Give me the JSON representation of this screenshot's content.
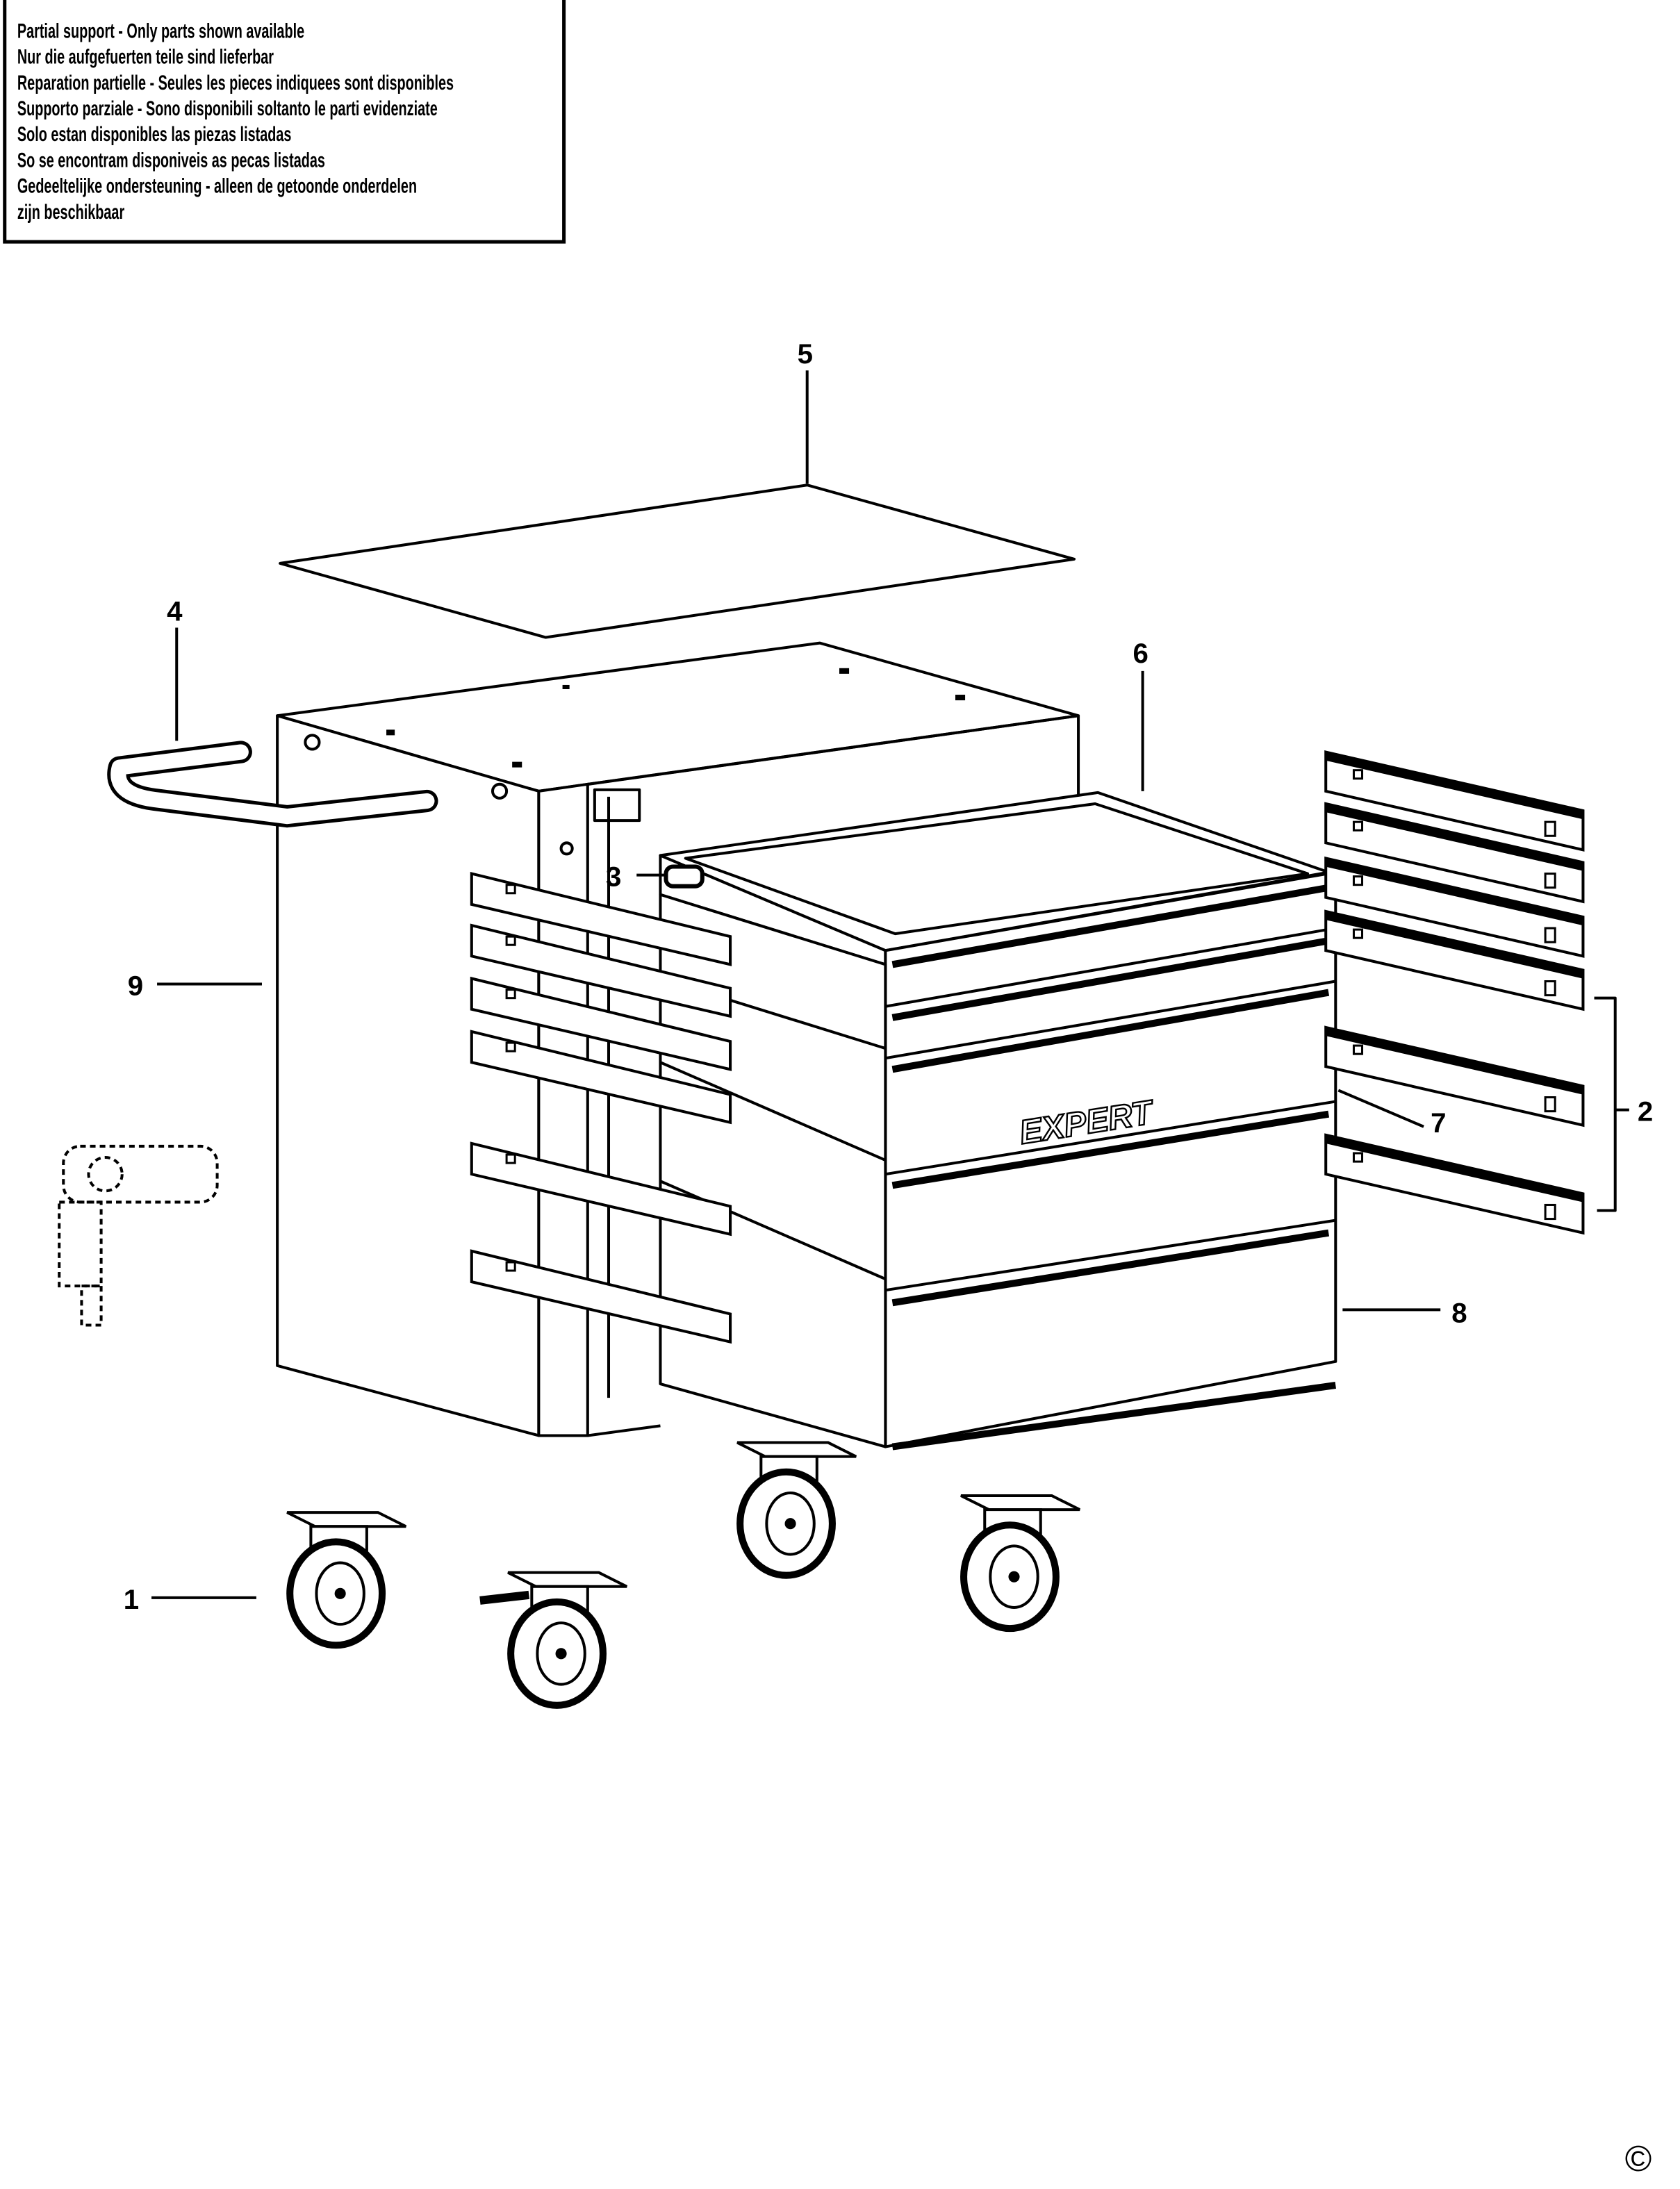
{
  "notice": {
    "lines": [
      "Partial support - Only parts shown available",
      "Nur die aufgefuerten teile sind lieferbar",
      "Reparation partielle - Seules les pieces indiquees sont disponibles",
      "Supporto parziale - Sono disponibili soltanto le parti evidenziate",
      "Solo estan disponibles las piezas listadas",
      "So se encontram disponiveis as pecas listadas",
      "Gedeeltelijke ondersteuning - alleen de getoonde onderdelen",
      "zijn beschikbaar"
    ]
  },
  "callouts": {
    "c1": "1",
    "c2": "2",
    "c3": "3",
    "c4": "4",
    "c5": "5",
    "c6": "6",
    "c7": "7",
    "c8": "8",
    "c9": "9"
  },
  "brand_logo": "EXPERT",
  "copyright": "©"
}
